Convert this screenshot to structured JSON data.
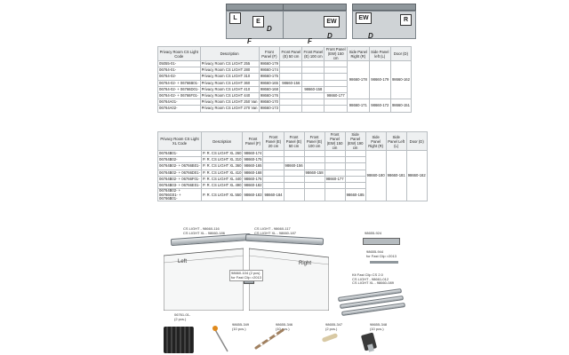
{
  "diagrams": {
    "labels": [
      "L",
      "E",
      "D",
      "F",
      "EW",
      "D",
      "F",
      "EW",
      "R",
      "D"
    ]
  },
  "table1": {
    "headers": [
      "Privacy Room CS Light Code",
      "Description",
      "Front Panel (F)",
      "Front Panel (E) 50 cm",
      "Front Panel (E) 100 cm",
      "Front Panel (EW) 150 cm",
      "Side Panel Right (R)",
      "Side Panel left (L)",
      "Door (D)"
    ],
    "rows": [
      [
        "05055-01-",
        "Privacy Room CS LIGHT 255",
        "98660-179",
        "",
        "",
        "",
        "",
        "",
        ""
      ],
      [
        "06764-01-",
        "Privacy Room CS LIGHT 280",
        "98660-174",
        "",
        "",
        "",
        "",
        "",
        ""
      ],
      [
        "06764-02-",
        "Privacy Room CS LIGHT 310",
        "98660-175",
        "",
        "",
        "",
        "",
        "",
        ""
      ],
      [
        "06764-02- + 06766B01-",
        "Privacy Room CS LIGHT 360",
        "98660-165",
        "98660-156",
        "",
        "",
        "",
        "",
        ""
      ],
      [
        "06764-02- + 06766D01-",
        "Privacy Room CS LIGHT 410",
        "98660-168",
        "",
        "98660-158",
        "",
        "",
        "",
        ""
      ],
      [
        "06764-02- + 06766F01-",
        "Privacy Room CS LIGHT 440",
        "98660-176",
        "",
        "",
        "98660-177",
        "",
        "",
        ""
      ],
      [
        "06764A01-",
        "Privacy Room CS LIGHT 250 Van",
        "98660-170",
        "",
        "",
        "",
        "",
        "",
        ""
      ],
      [
        "06764A02-",
        "Privacy Room CS LIGHT 270 Van",
        "98660-173",
        "",
        "",
        "",
        "",
        "",
        ""
      ]
    ],
    "merged": {
      "upper_right": "98660-178",
      "upper_left": "98660-179",
      "upper_door": "98660-162",
      "lower_right": "98660-171",
      "lower_left": "98660-172",
      "lower_door": "98660-151"
    }
  },
  "table2": {
    "headers": [
      "Privacy Room CS Light XL Code",
      "Description",
      "Front Panel (F)",
      "Front Panel (E) 20 cm",
      "Front Panel (E) 50 cm",
      "Front Panel (E) 100 cm",
      "Front Panel (EW) 150 cm",
      "Side Panel (EW) 190 cm",
      "Side Panel Right (R)",
      "Side Panel Left (L)",
      "Door (D)"
    ],
    "rows": [
      [
        "06764B01-",
        "P. R. CS LIGHT XL 260",
        "98660-174",
        "",
        "",
        "",
        "",
        "",
        ""
      ],
      [
        "06764B02-",
        "P. R. CS LIGHT XL 310",
        "98660-175",
        "",
        "",
        "",
        "",
        "",
        ""
      ],
      [
        "06764B02- + 06766B01-",
        "P. R. CS LIGHT XL 360",
        "98660-165",
        "",
        "98660-156",
        "",
        "",
        "",
        ""
      ],
      [
        "06764B02- + 06766D01-",
        "P. R. CS LIGHT XL 410",
        "98660-168",
        "",
        "",
        "98660-158",
        "",
        "",
        ""
      ],
      [
        "06764B02- + 06766F01-",
        "P. R. CS LIGHT XL 440",
        "98660-176",
        "",
        "",
        "",
        "98660-177",
        "",
        ""
      ],
      [
        "06764B03- + 06766E01-",
        "P. R. CS LIGHT XL 490",
        "98660-182",
        "",
        "",
        "",
        "",
        "",
        ""
      ],
      [
        "06764B02- + 06766G01- + 06766B01-",
        "P. R. CS LIGHT XL 550",
        "98660-183",
        "98660-184",
        "",
        "",
        "",
        "98660-185",
        ""
      ]
    ],
    "merged": {
      "right": "98660-180",
      "left": "98660-181",
      "door": "98660-162"
    }
  },
  "parts": {
    "rail_left_label": "CS LIGHT - 98660-116\nCS LIGHT XL - 98660-186",
    "rail_right_label": "CS LIGHT - 98660-117\nCS LIGHT XL - 98660-187",
    "clip_top_label": "98655-924",
    "clip_mid_label": "98655-944\nfor Fast Clip >2013",
    "clip_center_label": "98660-104 (2 pcs)\nfor Fast Clip >2013",
    "kit_label": "Kit Fast Clip CS 2.0\nCS LIGHT - 98661-012\nCS LIGHT XL - 98660-089",
    "left_text": "Left",
    "right_text": "Right",
    "bottom_items": [
      {
        "label": "06761-01-\n(2 pcs.)"
      },
      {
        "label": "98655-349\n(10 pcs.)"
      },
      {
        "label": "98655-346\n(10 pcs.)"
      },
      {
        "label": "98655-347\n(2 pcs.)"
      },
      {
        "label": "98655-348\n(10 pcs.)"
      }
    ]
  }
}
